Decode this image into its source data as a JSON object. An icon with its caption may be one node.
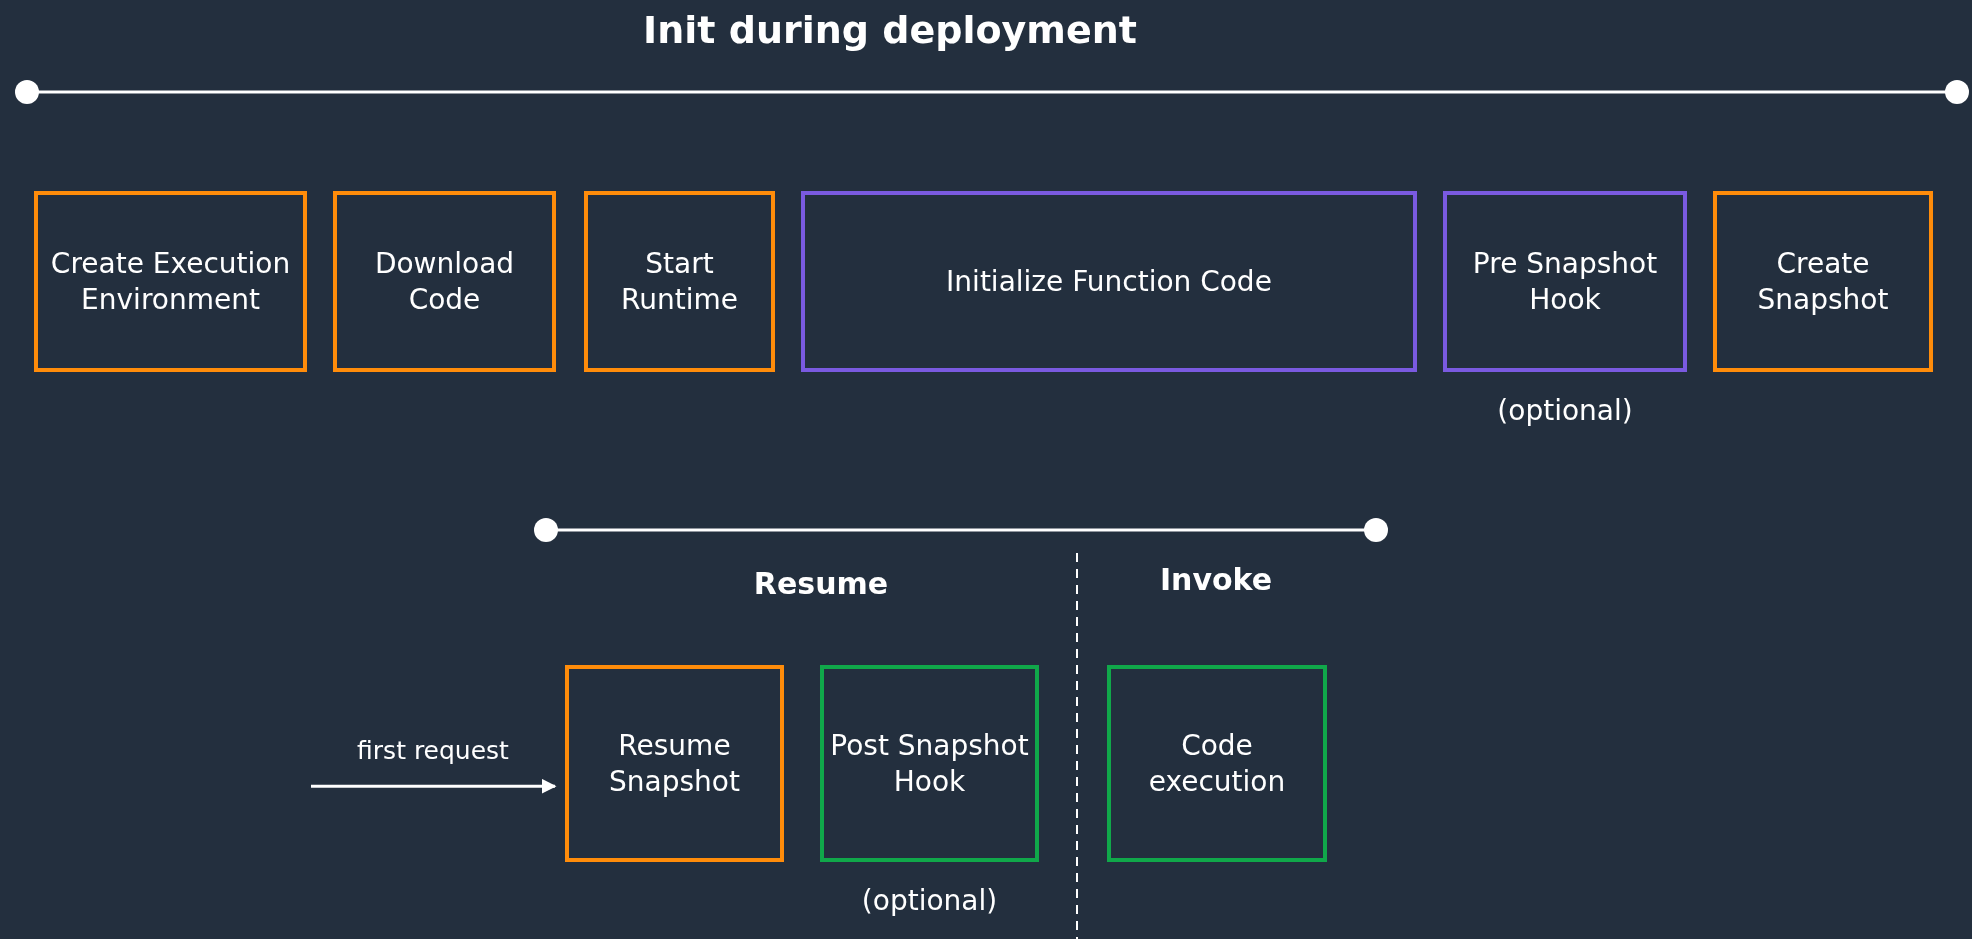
{
  "diagram": {
    "title": "Init during deployment",
    "nodes": [
      {
        "text": [
          "Create Execution Environment"
        ]
      },
      {
        "text": [
          "Download Code"
        ]
      },
      {
        "text": [
          "Start Runtime"
        ]
      },
      {
        "text": [
          "Initialize Function Code"
        ]
      },
      {
        "text": [
          "Pre Snapshot Hook"
        ],
        "beside": [
          "(optional)"
        ]
      },
      {
        "text": [
          "Create Snapshot"
        ]
      },
      {
        "text": [
          "Resume Snapshot"
        ]
      },
      {
        "text": [
          "Post Snapshot Hook"
        ],
        "beside": [
          "(optional)"
        ]
      },
      {
        "text": [
          "Code execution"
        ]
      }
    ],
    "edges": [
      {
        "from": null,
        "to": 6,
        "arrow": "to",
        "label": "first request"
      }
    ],
    "labels": [
      "Resume",
      "Invoke"
    ]
  }
}
